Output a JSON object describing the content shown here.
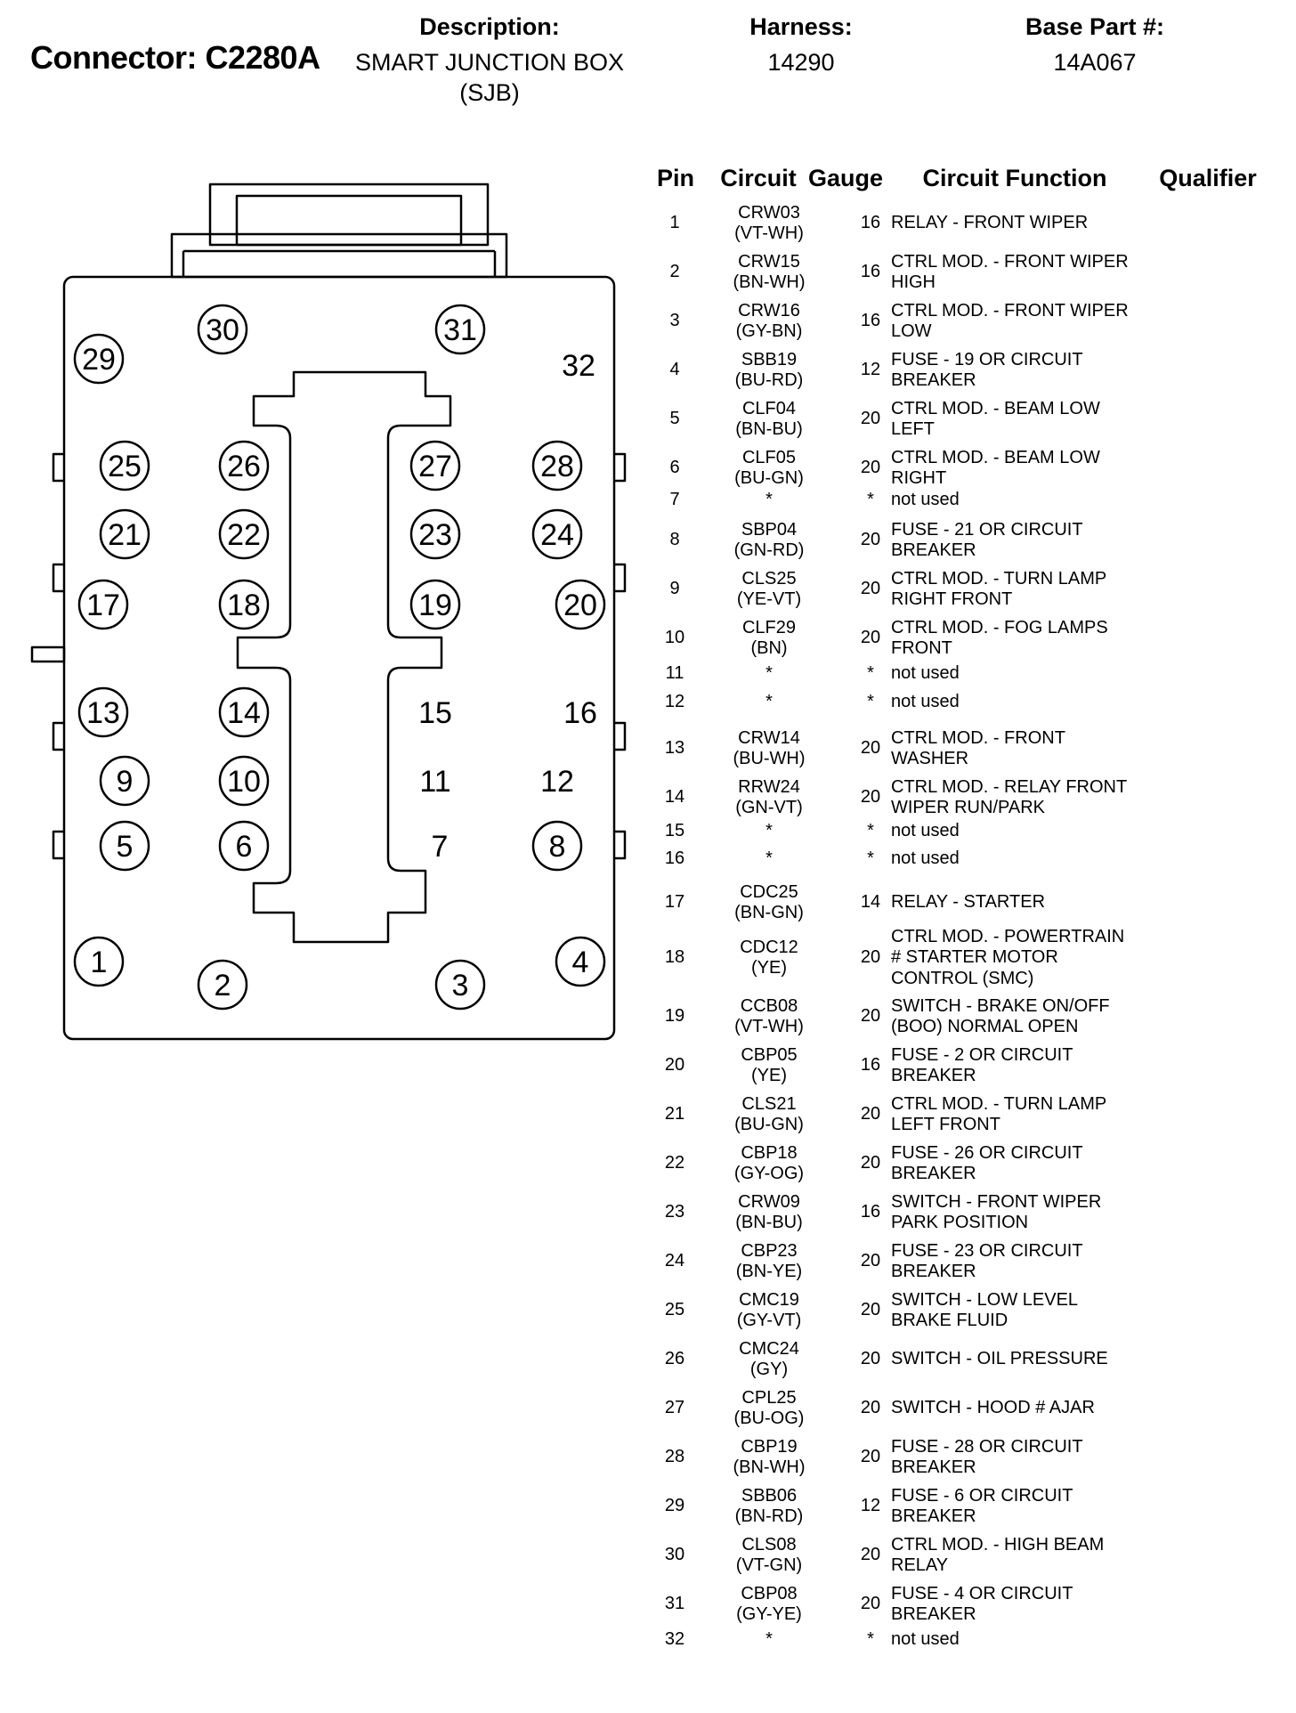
{
  "header": {
    "connector_title": "Connector: C2280A",
    "description_label": "Description:",
    "description_line1": "SMART JUNCTION BOX",
    "description_line2": "(SJB)",
    "harness_label": "Harness:",
    "harness_value": "14290",
    "base_part_label": "Base Part #:",
    "base_part_value": "14A067"
  },
  "table": {
    "columns": {
      "pin": "Pin",
      "circuit": "Circuit",
      "gauge": "Gauge",
      "function": "Circuit Function",
      "qualifier": "Qualifier"
    },
    "rows": [
      {
        "pin": "1",
        "circuit": "CRW03",
        "color": "(VT-WH)",
        "gauge": "16",
        "function": [
          "RELAY - FRONT WIPER"
        ]
      },
      {
        "pin": "2",
        "circuit": "CRW15",
        "color": "(BN-WH)",
        "gauge": "16",
        "function": [
          "CTRL MOD. - FRONT WIPER",
          "HIGH"
        ]
      },
      {
        "pin": "3",
        "circuit": "CRW16",
        "color": "(GY-BN)",
        "gauge": "16",
        "function": [
          "CTRL MOD. - FRONT WIPER",
          "LOW"
        ]
      },
      {
        "pin": "4",
        "circuit": "SBB19",
        "color": "(BU-RD)",
        "gauge": "12",
        "function": [
          "FUSE - 19 OR CIRCUIT",
          "BREAKER"
        ]
      },
      {
        "pin": "5",
        "circuit": "CLF04",
        "color": "(BN-BU)",
        "gauge": "20",
        "function": [
          "CTRL MOD. - BEAM LOW",
          "LEFT"
        ]
      },
      {
        "pin": "6",
        "circuit": "CLF05",
        "color": "(BU-GN)",
        "gauge": "20",
        "function": [
          "CTRL MOD. - BEAM LOW",
          "RIGHT"
        ]
      },
      {
        "pin": "7",
        "circuit": "*",
        "color": "",
        "gauge": "*",
        "function": [
          "not used"
        ]
      },
      {
        "pin": "8",
        "circuit": "SBP04",
        "color": "(GN-RD)",
        "gauge": "20",
        "function": [
          "FUSE - 21 OR CIRCUIT",
          "BREAKER"
        ]
      },
      {
        "pin": "9",
        "circuit": "CLS25",
        "color": "(YE-VT)",
        "gauge": "20",
        "function": [
          "CTRL MOD. - TURN LAMP",
          "RIGHT FRONT"
        ]
      },
      {
        "pin": "10",
        "circuit": "CLF29",
        "color": "(BN)",
        "gauge": "20",
        "function": [
          "CTRL MOD. - FOG LAMPS",
          "FRONT"
        ]
      },
      {
        "pin": "11",
        "circuit": "*",
        "color": "",
        "gauge": "*",
        "function": [
          "not used"
        ]
      },
      {
        "pin": "12",
        "circuit": "*",
        "color": "",
        "gauge": "*",
        "function": [
          "not used"
        ]
      },
      {
        "pin": "13",
        "circuit": "CRW14",
        "color": "(BU-WH)",
        "gauge": "20",
        "function": [
          "CTRL MOD. - FRONT",
          "WASHER"
        ]
      },
      {
        "pin": "14",
        "circuit": "RRW24",
        "color": "(GN-VT)",
        "gauge": "20",
        "function": [
          "CTRL MOD. - RELAY FRONT",
          "WIPER RUN/PARK"
        ]
      },
      {
        "pin": "15",
        "circuit": "*",
        "color": "",
        "gauge": "*",
        "function": [
          "not used"
        ]
      },
      {
        "pin": "16",
        "circuit": "*",
        "color": "",
        "gauge": "*",
        "function": [
          "not used"
        ]
      },
      {
        "pin": "17",
        "circuit": "CDC25",
        "color": "(BN-GN)",
        "gauge": "14",
        "function": [
          "RELAY - STARTER"
        ]
      },
      {
        "pin": "18",
        "circuit": "CDC12",
        "color": "(YE)",
        "gauge": "20",
        "function": [
          "CTRL MOD. - POWERTRAIN",
          "# STARTER MOTOR",
          "CONTROL (SMC)"
        ]
      },
      {
        "pin": "19",
        "circuit": "CCB08",
        "color": "(VT-WH)",
        "gauge": "20",
        "function": [
          "SWITCH - BRAKE ON/OFF",
          "(BOO) NORMAL OPEN"
        ]
      },
      {
        "pin": "20",
        "circuit": "CBP05",
        "color": "(YE)",
        "gauge": "16",
        "function": [
          "FUSE - 2 OR CIRCUIT",
          "BREAKER"
        ]
      },
      {
        "pin": "21",
        "circuit": "CLS21",
        "color": "(BU-GN)",
        "gauge": "20",
        "function": [
          "CTRL MOD. - TURN LAMP",
          "LEFT FRONT"
        ]
      },
      {
        "pin": "22",
        "circuit": "CBP18",
        "color": "(GY-OG)",
        "gauge": "20",
        "function": [
          "FUSE - 26 OR CIRCUIT",
          "BREAKER"
        ]
      },
      {
        "pin": "23",
        "circuit": "CRW09",
        "color": "(BN-BU)",
        "gauge": "16",
        "function": [
          "SWITCH - FRONT WIPER",
          "PARK POSITION"
        ]
      },
      {
        "pin": "24",
        "circuit": "CBP23",
        "color": "(BN-YE)",
        "gauge": "20",
        "function": [
          "FUSE - 23 OR CIRCUIT",
          "BREAKER"
        ]
      },
      {
        "pin": "25",
        "circuit": "CMC19",
        "color": "(GY-VT)",
        "gauge": "20",
        "function": [
          "SWITCH - LOW LEVEL",
          "BRAKE FLUID"
        ]
      },
      {
        "pin": "26",
        "circuit": "CMC24",
        "color": "(GY)",
        "gauge": "20",
        "function": [
          "SWITCH - OIL PRESSURE"
        ]
      },
      {
        "pin": "27",
        "circuit": "CPL25",
        "color": "(BU-OG)",
        "gauge": "20",
        "function": [
          "SWITCH - HOOD # AJAR"
        ]
      },
      {
        "pin": "28",
        "circuit": "CBP19",
        "color": "(BN-WH)",
        "gauge": "20",
        "function": [
          "FUSE - 28 OR CIRCUIT",
          "BREAKER"
        ]
      },
      {
        "pin": "29",
        "circuit": "SBB06",
        "color": "(BN-RD)",
        "gauge": "12",
        "function": [
          "FUSE - 6 OR CIRCUIT",
          "BREAKER"
        ]
      },
      {
        "pin": "30",
        "circuit": "CLS08",
        "color": "(VT-GN)",
        "gauge": "20",
        "function": [
          "CTRL MOD. - HIGH BEAM",
          "RELAY"
        ]
      },
      {
        "pin": "31",
        "circuit": "CBP08",
        "color": "(GY-YE)",
        "gauge": "20",
        "function": [
          "FUSE - 4 OR CIRCUIT",
          "BREAKER"
        ]
      },
      {
        "pin": "32",
        "circuit": "*",
        "color": "",
        "gauge": "*",
        "function": [
          "not used"
        ]
      }
    ]
  },
  "diagram": {
    "circled_pins": [
      "29",
      "30",
      "31",
      "25",
      "26",
      "27",
      "28",
      "21",
      "22",
      "23",
      "24",
      "17",
      "18",
      "19",
      "20",
      "13",
      "14",
      "9",
      "10",
      "5",
      "6",
      "8",
      "1",
      "2",
      "3",
      "4"
    ],
    "plain_pins": [
      "32",
      "15",
      "16",
      "11",
      "12",
      "7"
    ]
  }
}
